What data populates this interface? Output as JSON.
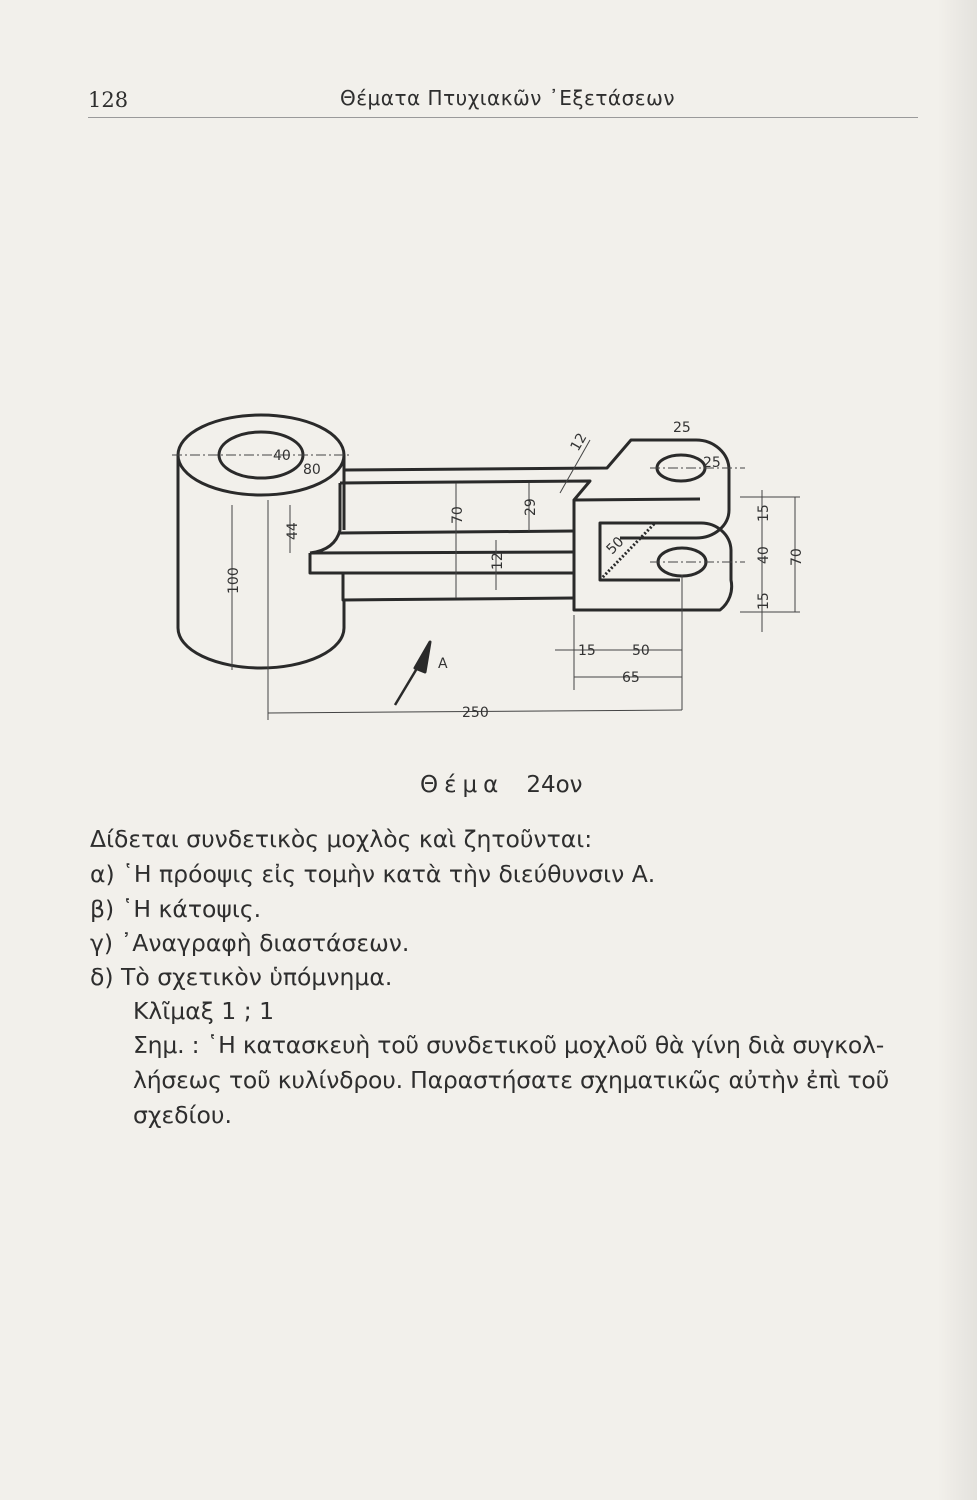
{
  "header": {
    "page_number": "128",
    "running_title": "Θέματα Πτυχιακῶν ᾿Εξετάσεων"
  },
  "figure": {
    "direction_label": "A",
    "dimensions": {
      "d40": "40",
      "d80": "80",
      "d44": "44",
      "d100": "100",
      "d70_arm": "70",
      "d29": "29",
      "d12_rib": "12",
      "d12_top": "12",
      "d25_top": "25",
      "d25_hole": "25",
      "d50_web": "50",
      "d15_a": "15",
      "d40_fork": "40",
      "d15_b": "15",
      "d70_fork": "70",
      "d15_h": "15",
      "d50_h": "50",
      "d65": "65",
      "d250": "250"
    }
  },
  "caption": {
    "word": "Θέμα",
    "number": "24ον"
  },
  "body": {
    "intro": "Δίδεται συνδετικὸς μοχλὸς καὶ ζητοῦνται:",
    "items": [
      "α) ῾Η πρόοψις εἰς τομὴν κατὰ τὴν διεύθυνσιν Α.",
      "β) ῾Η κάτοψις.",
      "γ) ᾿Αναγραφὴ διαστάσεων.",
      "δ) Τὸ σχετικὸν ὑπόμνημα."
    ],
    "scale": "Κλῖμαξ 1 ; 1",
    "note_line1": "Σημ. : ῾Η κατασκευὴ τοῦ συνδετικοῦ μοχλοῦ θὰ γίνη διὰ συγκολ-",
    "note_line2": "λήσεως τοῦ κυλίνδρου. Παραστήσατε σχηματικῶς αὐτὴν ἐπὶ τοῦ",
    "note_line3": "σχεδίου."
  }
}
